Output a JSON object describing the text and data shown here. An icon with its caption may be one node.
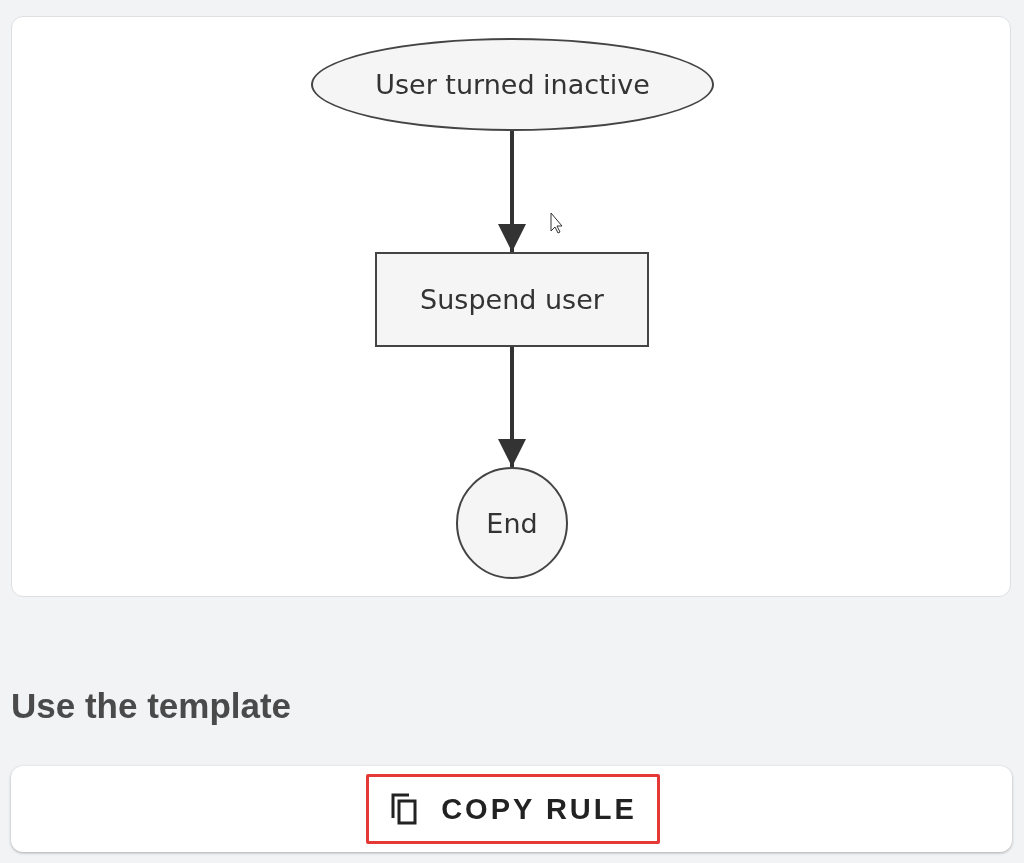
{
  "diagram": {
    "nodes": [
      {
        "text": [
          "User turned inactive"
        ]
      },
      {
        "text": [
          "Suspend user"
        ]
      },
      {
        "text": [
          "End"
        ]
      }
    ],
    "edges": [
      {
        "from": 0,
        "to": 1,
        "arrow": "to"
      },
      {
        "from": 1,
        "to": 2,
        "arrow": "to"
      }
    ],
    "labels": [
      "Use the template",
      "COPY RULE"
    ]
  }
}
